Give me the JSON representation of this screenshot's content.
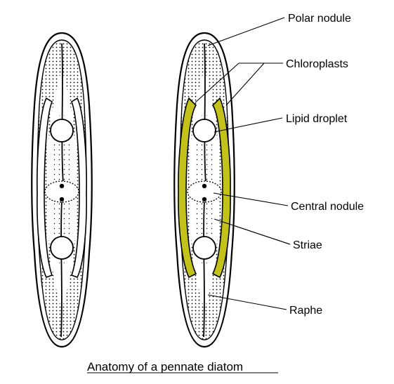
{
  "caption": "Anatomy of a pennate diatom",
  "labels": {
    "polar_nodule": "Polar nodule",
    "chloroplasts": "Chloroplasts",
    "lipid_droplet": "Lipid droplet",
    "central_nodule": "Central nodule",
    "striae": "Striae",
    "raphe": "Raphe"
  },
  "colors": {
    "outline": "#000000",
    "chloroplast": "#c2c21a",
    "background": "#ffffff"
  }
}
